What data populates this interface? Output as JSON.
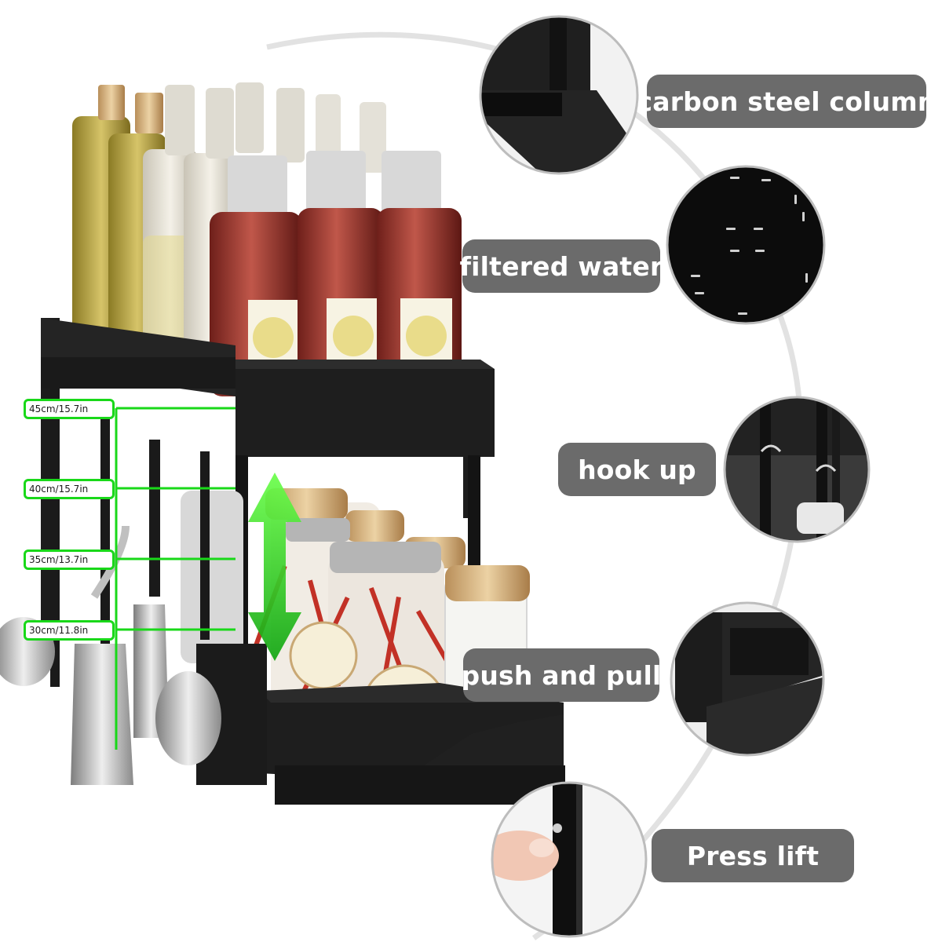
{
  "features": [
    {
      "key": "column",
      "label": "carbon steel column",
      "icon": "steel-column-closeup-icon"
    },
    {
      "key": "water",
      "label": "filtered water",
      "icon": "drain-holes-closeup-icon"
    },
    {
      "key": "hook",
      "label": "hook up",
      "icon": "hook-closeup-icon"
    },
    {
      "key": "drawer",
      "label": "push and pull",
      "icon": "sliding-drawer-closeup-icon"
    },
    {
      "key": "lift",
      "label": "Press lift",
      "icon": "press-button-closeup-icon"
    }
  ],
  "heights": [
    {
      "label": "45cm/15.7in"
    },
    {
      "label": "40cm/15.7in"
    },
    {
      "label": "35cm/13.7in"
    },
    {
      "label": "30cm/11.8in"
    }
  ],
  "colors": {
    "accent": "#19d819",
    "pill": "#6b6b6b",
    "rack": "#1c1c1c"
  }
}
